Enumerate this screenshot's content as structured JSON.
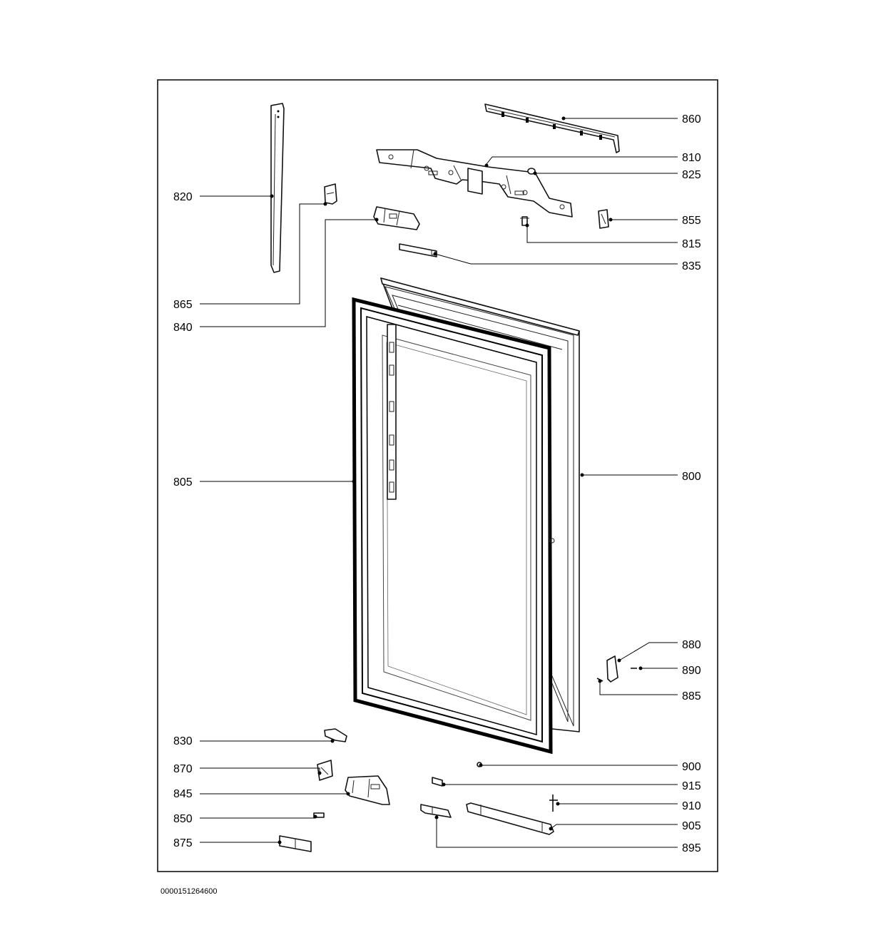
{
  "drawing_id": "0000151264600",
  "callouts": [
    {
      "id": "860",
      "label": "860",
      "side": "right"
    },
    {
      "id": "810",
      "label": "810",
      "side": "right"
    },
    {
      "id": "825",
      "label": "825",
      "side": "right"
    },
    {
      "id": "855",
      "label": "855",
      "side": "right"
    },
    {
      "id": "815",
      "label": "815",
      "side": "right"
    },
    {
      "id": "835",
      "label": "835",
      "side": "right"
    },
    {
      "id": "800",
      "label": "800",
      "side": "right"
    },
    {
      "id": "880",
      "label": "880",
      "side": "right"
    },
    {
      "id": "890",
      "label": "890",
      "side": "right"
    },
    {
      "id": "885",
      "label": "885",
      "side": "right"
    },
    {
      "id": "900",
      "label": "900",
      "side": "right"
    },
    {
      "id": "915",
      "label": "915",
      "side": "right"
    },
    {
      "id": "910",
      "label": "910",
      "side": "right"
    },
    {
      "id": "905",
      "label": "905",
      "side": "right"
    },
    {
      "id": "895",
      "label": "895",
      "side": "right"
    },
    {
      "id": "820",
      "label": "820",
      "side": "left"
    },
    {
      "id": "865",
      "label": "865",
      "side": "left"
    },
    {
      "id": "840",
      "label": "840",
      "side": "left"
    },
    {
      "id": "805",
      "label": "805",
      "side": "left"
    },
    {
      "id": "830",
      "label": "830",
      "side": "left"
    },
    {
      "id": "870",
      "label": "870",
      "side": "left"
    },
    {
      "id": "845",
      "label": "845",
      "side": "left"
    },
    {
      "id": "850",
      "label": "850",
      "side": "left"
    },
    {
      "id": "875",
      "label": "875",
      "side": "left"
    }
  ]
}
